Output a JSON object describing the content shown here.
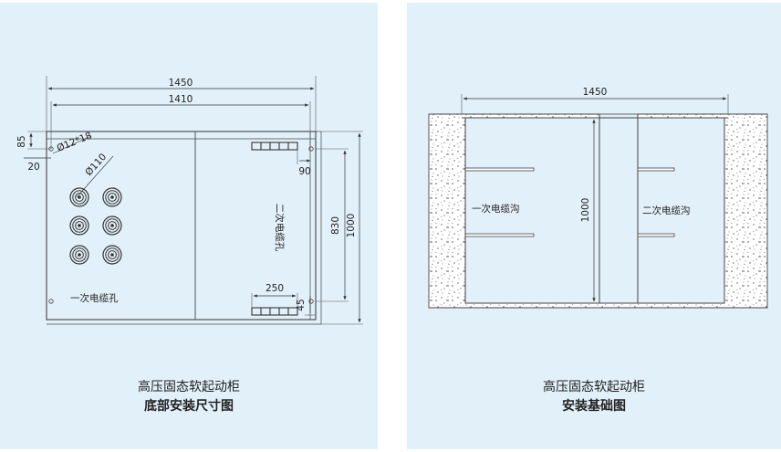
{
  "left": {
    "dims": {
      "width_outer": "1450",
      "width_inner": "1410",
      "d85": "85",
      "d20": "20",
      "hole_small": "Ø12*18",
      "hole_big": "Ø110",
      "d90": "90",
      "d830": "830",
      "d1000": "1000",
      "d250": "250",
      "d45": "45"
    },
    "labels": {
      "primary_hole": "一次电缆孔",
      "secondary_hole": "二次电缆孔"
    },
    "caption": {
      "line1": "高压固态软起动柜",
      "line2": "底部安装尺寸图"
    }
  },
  "right": {
    "dims": {
      "width": "1450",
      "depth": "1000"
    },
    "labels": {
      "primary_trench": "一次电缆沟",
      "secondary_trench": "二次电缆沟"
    },
    "caption": {
      "line1": "高压固态软起动柜",
      "line2": "安装基础图"
    }
  },
  "colors": {
    "panel_bg": "#e2f0fa",
    "line": "#444444"
  }
}
